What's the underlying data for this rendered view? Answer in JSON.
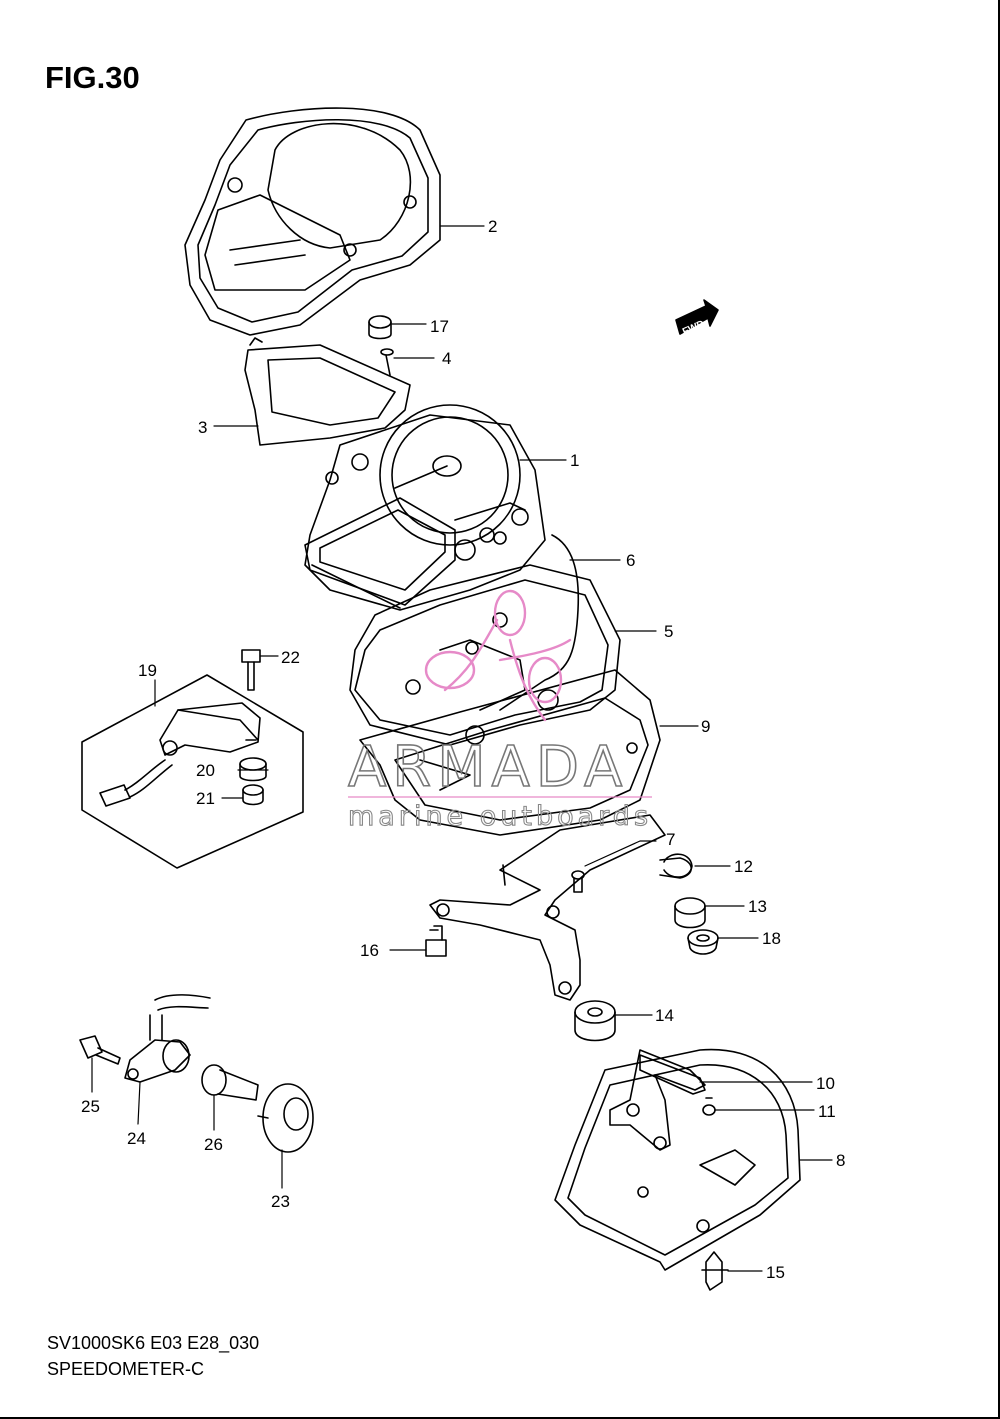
{
  "figure": {
    "title": "FIG.30",
    "code": "SV1000SK6 E03 E28_030",
    "name": "SPEEDOMETER-C"
  },
  "direction_marker": "FWD",
  "watermark": {
    "brand": "ARMADA",
    "tagline": "marine outboards"
  },
  "callouts": [
    "1",
    "2",
    "3",
    "4",
    "5",
    "6",
    "7",
    "8",
    "9",
    "10",
    "11",
    "12",
    "13",
    "14",
    "15",
    "16",
    "17",
    "18",
    "19",
    "20",
    "21",
    "22",
    "23",
    "24",
    "25",
    "26"
  ],
  "colors": {
    "line": "#000000",
    "watermark_logo": "#e68ac8",
    "watermark_text": "#777777"
  }
}
